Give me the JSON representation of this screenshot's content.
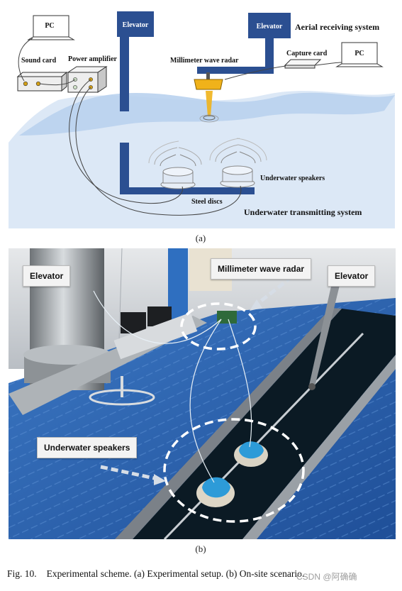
{
  "figure_a": {
    "labels": {
      "pc_left": "PC",
      "sound_card": "Sound card",
      "power_amplifier": "Power amplifier",
      "elevator_left": "Elevator",
      "elevator_right": "Elevator",
      "aerial_system": "Aerial receiving system",
      "mmwave_radar": "Millimeter wave radar",
      "capture_card": "Capture card",
      "pc_right": "PC",
      "underwater_speakers": "Underwater speakers",
      "steel_discs": "Steel discs",
      "underwater_system": "Underwater transmitting system"
    },
    "sublabel": "(a)"
  },
  "figure_b": {
    "callouts": {
      "elevator_left": "Elevator",
      "mmwave_radar": "Millimeter wave radar",
      "elevator_right": "Elevator",
      "underwater_speakers": "Underwater speakers"
    },
    "sublabel": "(b)"
  },
  "caption": {
    "figure_number": "Fig. 10.",
    "text": "Experimental scheme. (a) Experimental setup. (b) On-site scenario."
  },
  "watermark": "CSDN @阿确确"
}
